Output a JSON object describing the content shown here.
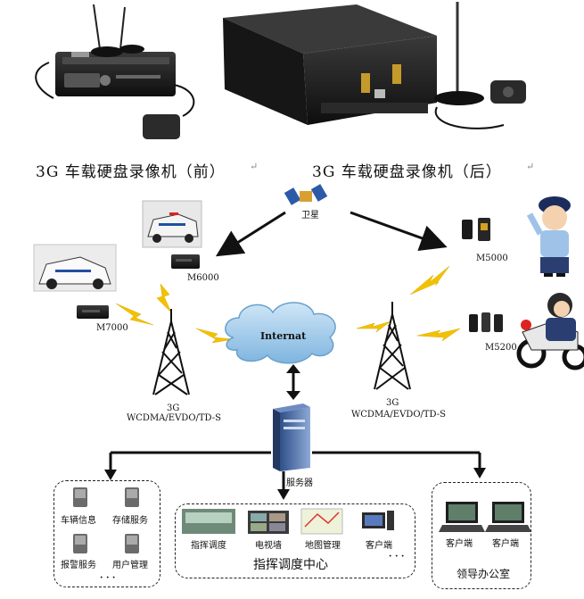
{
  "captions": {
    "front": "3G 车载硬盘录像机（前）",
    "back": "3G 车载硬盘录像机（后）"
  },
  "satellite": {
    "label": "卫星"
  },
  "devices": {
    "m6000": "M6000",
    "m7000": "M7000",
    "m5000": "M5000",
    "m5200": "M5200"
  },
  "towers": {
    "left": {
      "gen": "3G",
      "tech": "WCDMA/EVDO/TD-S"
    },
    "right": {
      "gen": "3G",
      "tech": "WCDMA/EVDO/TD-S"
    }
  },
  "cloud": {
    "label": "Internat"
  },
  "server": {
    "label": "服务器"
  },
  "left_panel": {
    "items": [
      "车辆信息",
      "存储服务",
      "报警服务",
      "用户管理"
    ],
    "more": "· · ·"
  },
  "center_panel": {
    "items": [
      "指挥调度",
      "电视墙",
      "地图管理",
      "客户端"
    ],
    "title": "指挥调度中心",
    "more": "· · ·"
  },
  "right_panel": {
    "items": [
      "客户端",
      "客户端"
    ],
    "title": "领导办公室"
  },
  "colors": {
    "device_black": "#1c1c1c",
    "lightning": "#f2c200",
    "cloud": "#8fc1e6",
    "server_blue": "#4a6fb0"
  }
}
